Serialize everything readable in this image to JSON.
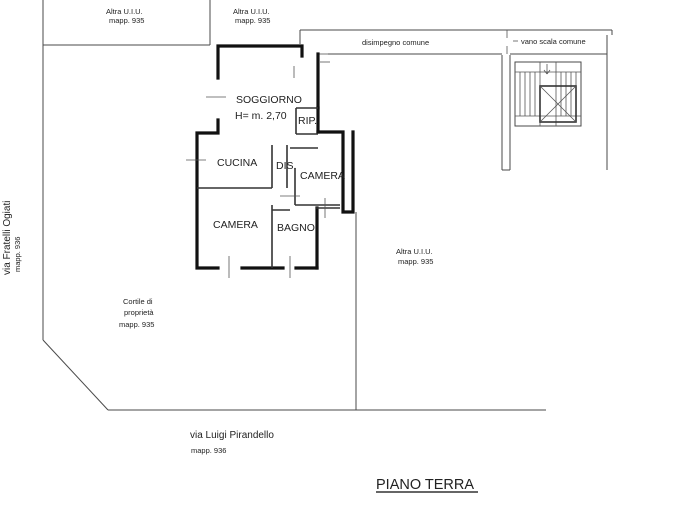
{
  "labels": {
    "altra_uiu_1": "Altra U.I.U.",
    "mapp_935_1": "mapp. 935",
    "altra_uiu_2": "Altra U.I.U.",
    "mapp_935_2": "mapp. 935",
    "disimpegno": "disimpegno comune",
    "vano_scala": "vano scala comune",
    "via_fratelli": "via Fratelli Ogiati",
    "mapp_936_left": "mapp. 936",
    "soggiorno": "SOGGIORNO",
    "altezza": "H= m. 2,70",
    "rip": "RIP.",
    "cucina": "CUCINA",
    "dis": "DIS.",
    "camera_right": "CAMERA",
    "camera_left": "CAMERA",
    "bagno": "BAGNO",
    "altra_uiu_3": "Altra U.I.U.",
    "mapp_935_3": "mapp. 935",
    "cortile_1": "Cortile di",
    "cortile_2": "proprietà",
    "mapp_935_4": "mapp. 935",
    "via_pirandello": "via Luigi Pirandello",
    "mapp_936_bottom": "mapp. 936",
    "piano_terra": "PIANO TERRA"
  },
  "colors": {
    "wall": "#111111",
    "line": "#4a4a4a",
    "text": "#222222"
  }
}
